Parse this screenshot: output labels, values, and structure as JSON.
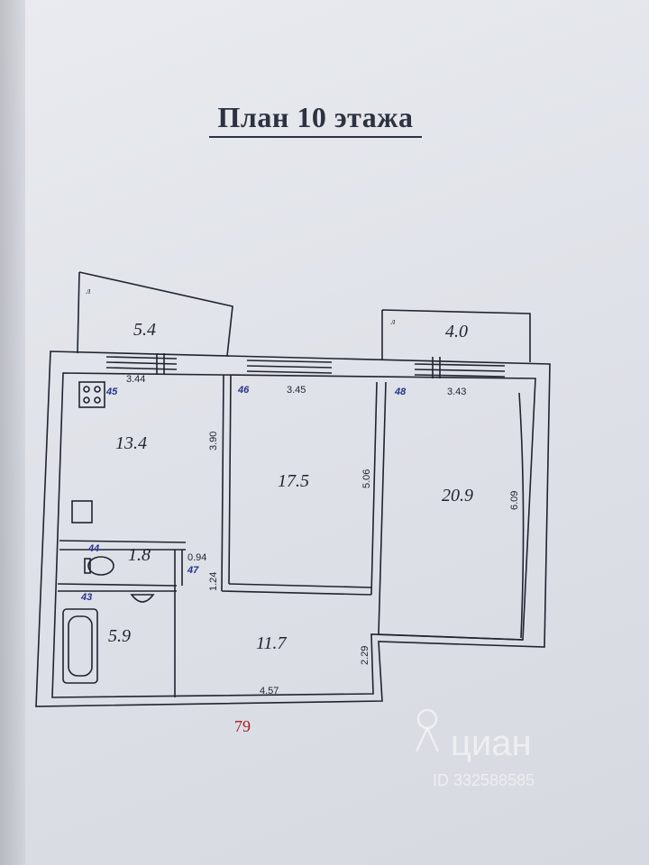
{
  "title": "План 10 этажа",
  "rooms": {
    "balcony_left_area": "5.4",
    "balcony_right_area": "4.0",
    "kitchen_area": "13.4",
    "room_middle_area": "17.5",
    "room_right_area": "20.9",
    "toilet_area": "1.8",
    "bathroom_area": "5.9",
    "hall_area": "11.7"
  },
  "dimensions": {
    "kitchen_width": "3.44",
    "middle_width": "3.45",
    "right_width": "3.43",
    "kitchen_depth": "3.90",
    "middle_depth": "5.06",
    "right_depth": "6.09",
    "corridor_width": "0.94",
    "corridor_depth": "1.24",
    "hall_depth": "2.29",
    "hall_width": "4.57"
  },
  "room_numbers": {
    "kitchen": "45",
    "middle": "46",
    "right": "48",
    "toilet": "44",
    "corridor": "47",
    "bathroom": "43"
  },
  "balcony_labels": {
    "left": "л",
    "right": "л"
  },
  "footer_number": "79",
  "watermark": {
    "brand": "циан",
    "id": "ID 332588585"
  }
}
